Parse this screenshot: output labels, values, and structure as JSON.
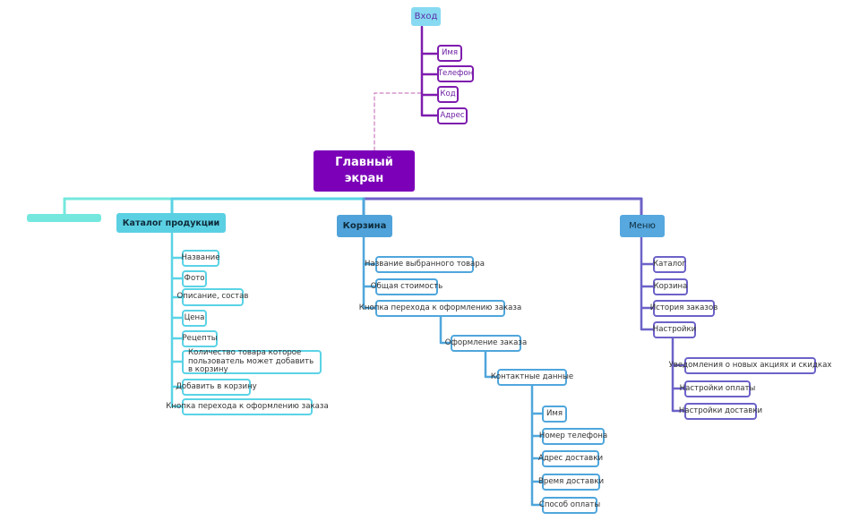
{
  "login": {
    "label": "Вход",
    "items": [
      "Имя",
      "Телефон",
      "Код",
      "Адрес"
    ]
  },
  "main_screen": {
    "line1": "Главный",
    "line2": "экран"
  },
  "catalog": {
    "label": "Каталог продукции",
    "items": [
      "Название",
      "Фото",
      "Описание, состав",
      "Цена",
      "Рецепты",
      "Количество товара которое пользователь может добавить в корзину",
      "Добавить в корзину",
      "Кнопка перехода к оформлению заказа"
    ]
  },
  "cart": {
    "label": "Корзина",
    "items": [
      "Название выбранного товара",
      "Общая стоимость",
      "Кнопка перехода к оформлению заказа"
    ],
    "checkout": {
      "label": "Оформление заказа",
      "contact": {
        "label": "Контактные данные",
        "items": [
          "Имя",
          "Номер телефона",
          "Адрес доставки",
          "Время доставки",
          "Способ оплаты"
        ]
      }
    }
  },
  "menu": {
    "label": "Меню",
    "items": [
      "Каталог",
      "Корзина",
      "История заказов",
      "Настройки"
    ],
    "settings_items": [
      "Уведомления о новых акциях и скидках",
      "Настройки оплаты",
      "Настройки доставки"
    ]
  },
  "colors": {
    "main": "#7b00b8",
    "login": "#87daf1",
    "login_branch": "#7e1cae",
    "teal": "#74e8de",
    "catalog": "#5ad3e6",
    "cart": "#4fa6dc",
    "menu": "#6c62c8"
  }
}
